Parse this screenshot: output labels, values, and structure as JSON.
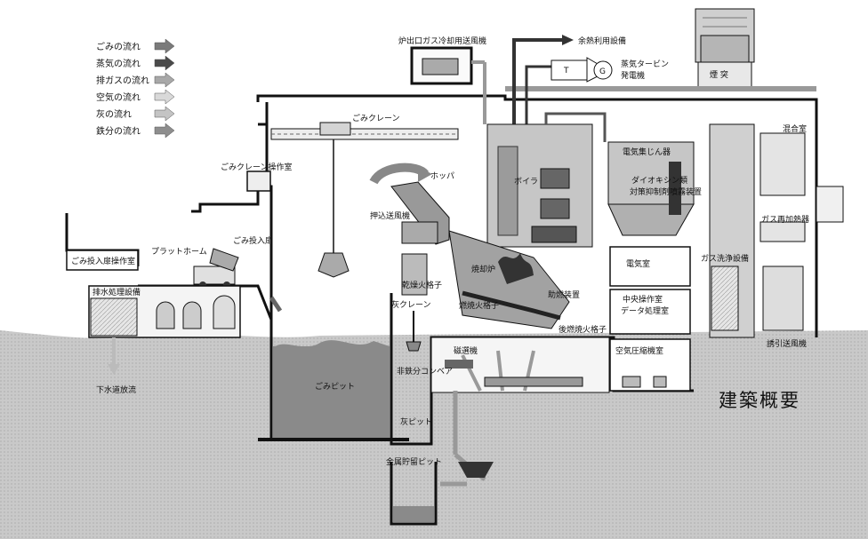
{
  "title": "建築概要",
  "legend": [
    {
      "label": "ごみの流れ",
      "color": "#7a7a7a"
    },
    {
      "label": "蒸気の流れ",
      "color": "#4a4a4a"
    },
    {
      "label": "排ガスの流れ",
      "color": "#a8a8a8"
    },
    {
      "label": "空気の流れ",
      "color": "#d9d9d9"
    },
    {
      "label": "灰の流れ",
      "color": "#c4c4c4"
    },
    {
      "label": "鉄分の流れ",
      "color": "#8e8e8e"
    }
  ],
  "labels": {
    "gas_cooling_fan": "炉出口ガス冷却用送風機",
    "waste_heat": "余熱利用設備",
    "turbine_t": "T",
    "turbine_g": "G",
    "turbine_line1": "蒸気タービン",
    "turbine_line2": "発電機",
    "chimney": "煙 突",
    "crane": "ごみクレーン",
    "crane_room": "ごみクレーン操作室",
    "hopper": "ホッパ",
    "boiler": "ボイラ",
    "esp": "電気集じん器",
    "dioxin_line1": "ダイオキシン類",
    "dioxin_line2": "対策抑制剤噴霧装置",
    "mixing_room": "混合室",
    "gas_reheater": "ガス再加熱器",
    "gas_scrubber": "ガス洗浄設備",
    "induced_fan": "誘引送風機",
    "push_fan": "押込送風機",
    "incinerator": "焼却炉",
    "dry_grate": "乾燥火格子",
    "burn_grate": "燃焼火格子",
    "post_grate": "後燃焼火格子",
    "aux_burner": "助燃装置",
    "ash_crane": "灰クレーン",
    "magnet": "磁選機",
    "nonferrous": "非鉄分コンベア",
    "ash_pit": "灰ピット",
    "metal_pit": "金属貯留ピット",
    "waste_pit": "ごみピット",
    "input_door": "ごみ投入扉",
    "platform": "プラットホーム",
    "door_room": "ごみ投入扉操作室",
    "wastewater": "排水処理設備",
    "sewer": "下水道放流",
    "electric_room": "電気室",
    "control_line1": "中央操作室",
    "control_line2": "データ処理室",
    "air_compressor": "空気圧縮機室"
  }
}
